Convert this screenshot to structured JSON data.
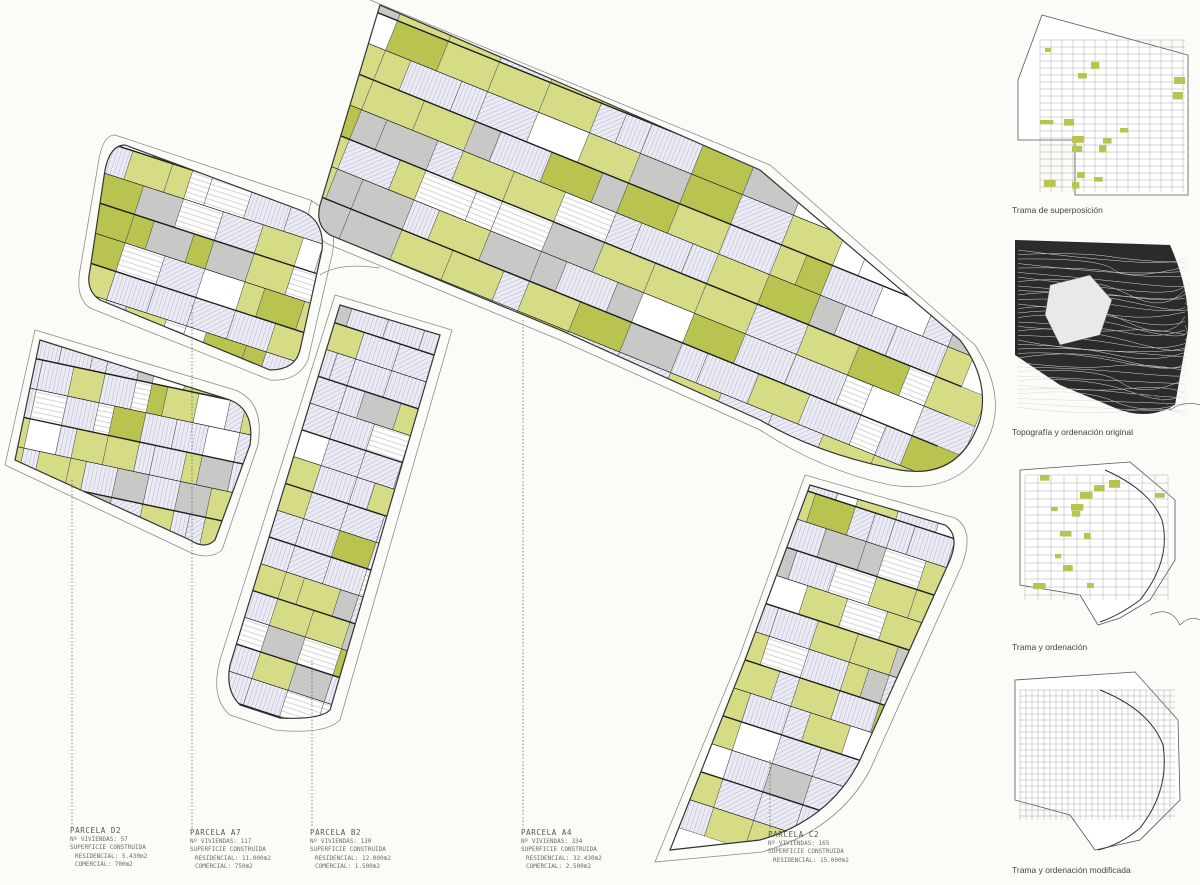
{
  "parcels": [
    {
      "title": "PARCELA D2",
      "lines": [
        "Nº VIVIENDAS: 57",
        "SUPERFICIE CONSTRUIDA",
        "RESIDENCIAL: 5.430m2",
        "COMERCIAL: 700m2"
      ]
    },
    {
      "title": "PARCELA A7",
      "lines": [
        "Nº VIVIENDAS: 117",
        "SUPERFICIE CONSTRUIDA",
        "RESIDENCIAL: 11.000m2",
        "COMERCIAL: 750m2"
      ]
    },
    {
      "title": "PARCELA B2",
      "lines": [
        "Nº VIVIENDAS: 130",
        "SUPERFICIE CONSTRUIDA",
        "RESIDENCIAL: 12.000m2",
        "COMERCIAL: 1.500m2"
      ]
    },
    {
      "title": "PARCELA A4",
      "lines": [
        "Nº VIVIENDAS: 334",
        "SUPERFICIE CONSTRUIDA",
        "RESIDENCIAL: 32.430m2",
        "COMERCIAL: 2.500m2"
      ]
    },
    {
      "title": "PARCELA C2",
      "lines": [
        "Nº VIVIENDAS: 165",
        "SUPERFICIE CONSTRUIDA",
        "RESIDENCIAL: 15.000m2"
      ]
    }
  ],
  "panels": {
    "superposicion": "Trama de superposición",
    "topografia": "Topografía y ordenación original",
    "trama": "Trama y ordenación",
    "modificada": "Trama y ordenación modificada"
  },
  "colors": {
    "green": "#d6dc86",
    "green_dark": "#b9c34f",
    "gray": "#c8c8c6",
    "hatch": "#9aa0c8",
    "white": "#fbfbf8",
    "outline": "#1f1f1f"
  }
}
